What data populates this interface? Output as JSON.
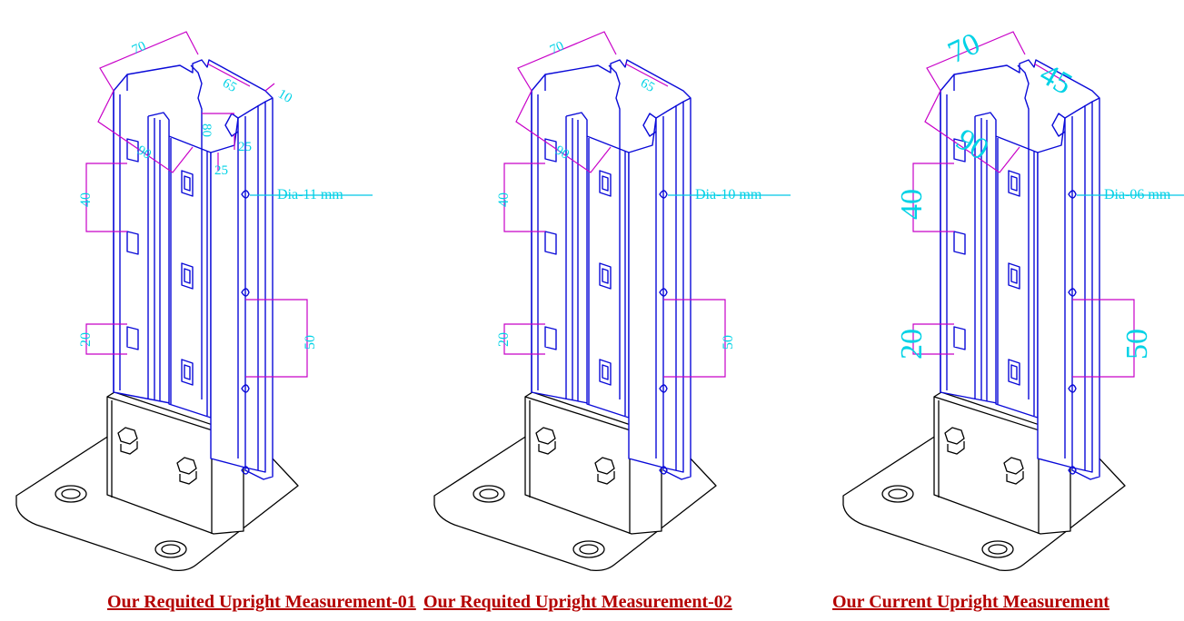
{
  "drawings": [
    {
      "caption": "Our Requited Upright Measurement-01",
      "dims": {
        "w70": "70",
        "w65": "65",
        "w10": "10",
        "h90": "90",
        "s40": "40",
        "s20": "20",
        "s50": "50",
        "d80": "80",
        "d25a": "25",
        "d25b": "25"
      },
      "dia": "Dia-11 mm"
    },
    {
      "caption": "Our Requited Upright Measurement-02",
      "dims": {
        "w70": "70",
        "w65": "65",
        "h90": "90",
        "s40": "40",
        "s20": "20",
        "s50": "50"
      },
      "dia": "Dia-10 mm"
    },
    {
      "caption": "Our Current Upright Measurement",
      "dims": {
        "w70": "70",
        "w45": "45",
        "h90": "90",
        "s40": "40",
        "s20": "20",
        "s50": "50"
      },
      "dia": "Dia-06 mm"
    }
  ],
  "colors": {
    "outline": "#0a0ad8",
    "dimension": "#c800c8",
    "dim_text": "#00d2e6",
    "caption": "#b40000"
  }
}
